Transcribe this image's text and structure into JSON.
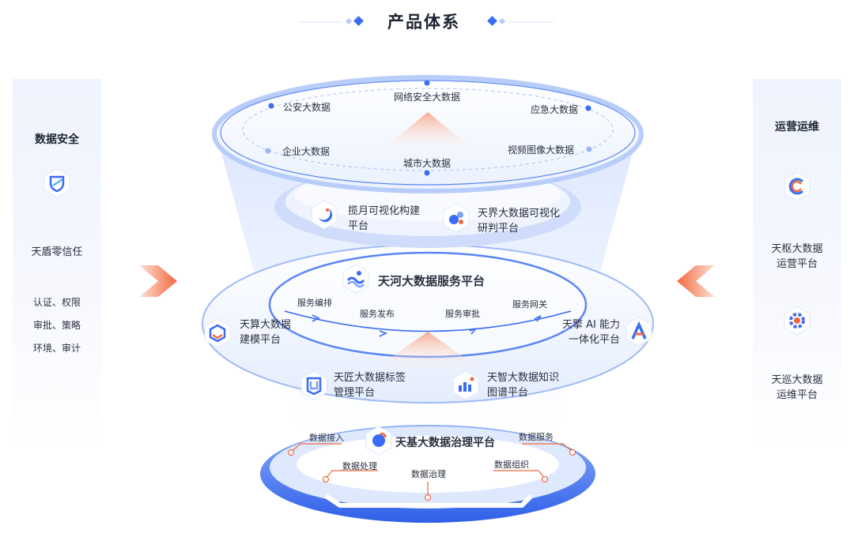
{
  "page": {
    "title": "产品体系"
  },
  "left_panel": {
    "title": "数据安全",
    "product": "天盾零信任",
    "features": [
      "认证、权限",
      "审批、策略",
      "环境、审计"
    ]
  },
  "right_panel": {
    "title": "运营运维",
    "products": [
      {
        "line1": "天枢大数据",
        "line2": "运营平台"
      },
      {
        "line1": "天巡大数据",
        "line2": "运维平台"
      }
    ]
  },
  "top_ring": {
    "items": [
      "网络安全大数据",
      "公安大数据",
      "应急大数据",
      "企业大数据",
      "视频图像大数据",
      "城市大数据"
    ]
  },
  "visual_layer": {
    "products": [
      {
        "line1": "揽月可视化构建",
        "line2": "平台"
      },
      {
        "line1": "天界大数据可视化",
        "line2": "研判平台"
      }
    ]
  },
  "service_layer": {
    "title": "天河大数据服务平台",
    "steps": [
      "服务编排",
      "服务发布",
      "服务审批",
      "服务网关"
    ],
    "left_product": {
      "line1": "天算大数据",
      "line2": "建模平台"
    },
    "right_product": {
      "line1": "天擎 AI 能力",
      "line2": "一体化平台"
    },
    "bottom_products": [
      {
        "line1": "天匠大数据标签",
        "line2": "管理平台"
      },
      {
        "line1": "天智大数据知识",
        "line2": "图谱平台"
      }
    ]
  },
  "base_layer": {
    "title": "天基大数据治理平台",
    "steps": [
      "数据接入",
      "数据服务",
      "数据处理",
      "数据组织",
      "数据治理"
    ]
  },
  "colors": {
    "primary": "#3a6cf4",
    "accent": "#f2693f",
    "title": "#1c2230"
  }
}
